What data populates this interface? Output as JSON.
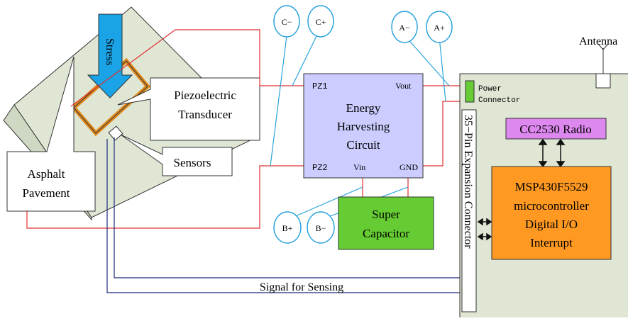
{
  "pavement": {
    "stress": "Stress",
    "piezo_line1": "Piezoelectric",
    "piezo_line2": "Transducer",
    "sensors": "Sensors",
    "asphalt_line1": "Asphalt",
    "asphalt_line2": "Pavement"
  },
  "probes": {
    "c_minus": "C−",
    "c_plus": "C+",
    "a_minus": "A−",
    "a_plus": "A+",
    "b_plus": "B+",
    "b_minus": "B−"
  },
  "harvester": {
    "title_line1": "Energy",
    "title_line2": "Harvesting",
    "title_line3": "Circuit",
    "pz1": "PZ1",
    "pz2": "PZ2",
    "vout": "Vout",
    "vin": "Vin",
    "gnd": "GND"
  },
  "supercap": {
    "line1": "Super",
    "line2": "Capacitor"
  },
  "board": {
    "antenna": "Antenna",
    "power_line1": "Power",
    "power_line2": "Connector",
    "expansion": "35−Pin Expansion Connector",
    "radio": "CC2530 Radio",
    "mcu_line1": "MSP430F5529",
    "mcu_line2": "microcontroller",
    "mcu_line3": "Digital I/O",
    "mcu_line4": "Interrupt"
  },
  "signal_label": "Signal for Sensing",
  "colors": {
    "pavement_fill": "#dfe6d4",
    "stress_arrow": "#1aa3e6",
    "transducer": "#e08a1e",
    "harvester_fill": "#ccccff",
    "supercap_fill": "#66cc33",
    "board_fill": "#dfe6d4",
    "radio_fill": "#dd88ee",
    "mcu_fill": "#ff9922",
    "red_wire": "#e03030",
    "blue_wire": "#1a2a7a",
    "probe": "#29a3dd"
  }
}
